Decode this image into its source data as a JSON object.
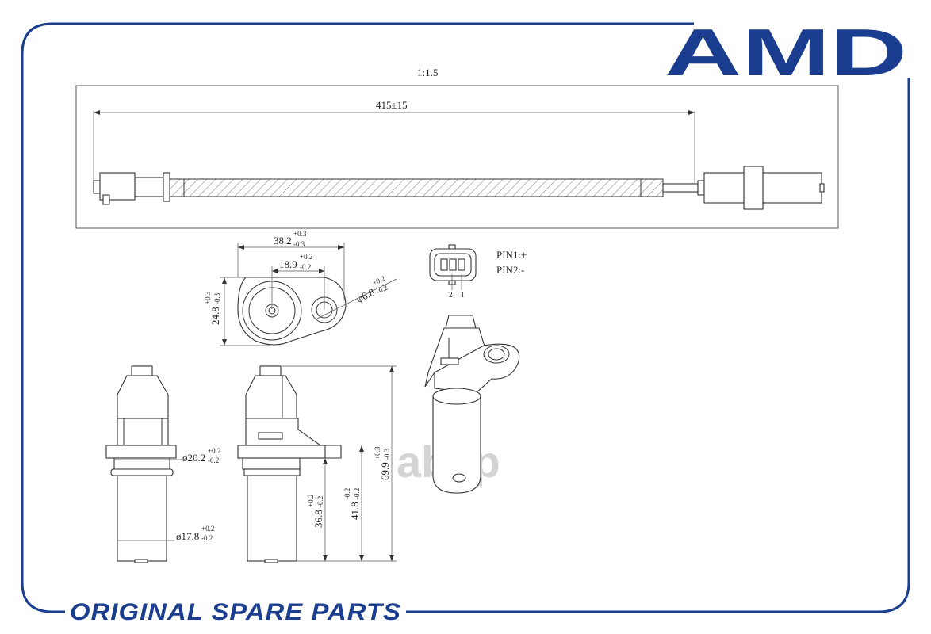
{
  "brand": {
    "logo_text": "AMD",
    "color": "#1a3d8f"
  },
  "footer": {
    "text": "ORIGINAL SPARE PARTS"
  },
  "scale": "1:1.5",
  "cable": {
    "length": "415±15"
  },
  "flange": {
    "width": "38.2",
    "width_tol_up": "+0.3",
    "width_tol_dn": "-0.3",
    "hole_offset": "18.9",
    "hole_offset_tol_up": "+0.2",
    "hole_offset_tol_dn": "-0.2",
    "height": "24.8",
    "height_tol_up": "+0.3",
    "height_tol_dn": "-0.3",
    "hole_dia": "φ6.8",
    "hole_dia_tol_up": "+0.2",
    "hole_dia_tol_dn": "-0.2"
  },
  "connector": {
    "pin1": "PIN1:+",
    "pin2": "PIN2:-",
    "label_1": "1",
    "label_2": "2"
  },
  "body": {
    "dia_upper": "ø20.2",
    "dia_upper_tol_up": "+0.2",
    "dia_upper_tol_dn": "-0.2",
    "dia_lower": "ø17.8",
    "dia_lower_tol_up": "+0.2",
    "dia_lower_tol_dn": "-0.2",
    "len_a": "36.8",
    "len_a_tol_up": "+0.2",
    "len_a_tol_dn": "-0.2",
    "len_b": "41.8",
    "len_b_tol_up": "-0.2",
    "len_b_tol_dn": "-0.2",
    "len_total": "69.9",
    "len_total_tol_up": "+0.3",
    "len_total_tol_dn": "-0.3"
  },
  "watermark": "abcp"
}
